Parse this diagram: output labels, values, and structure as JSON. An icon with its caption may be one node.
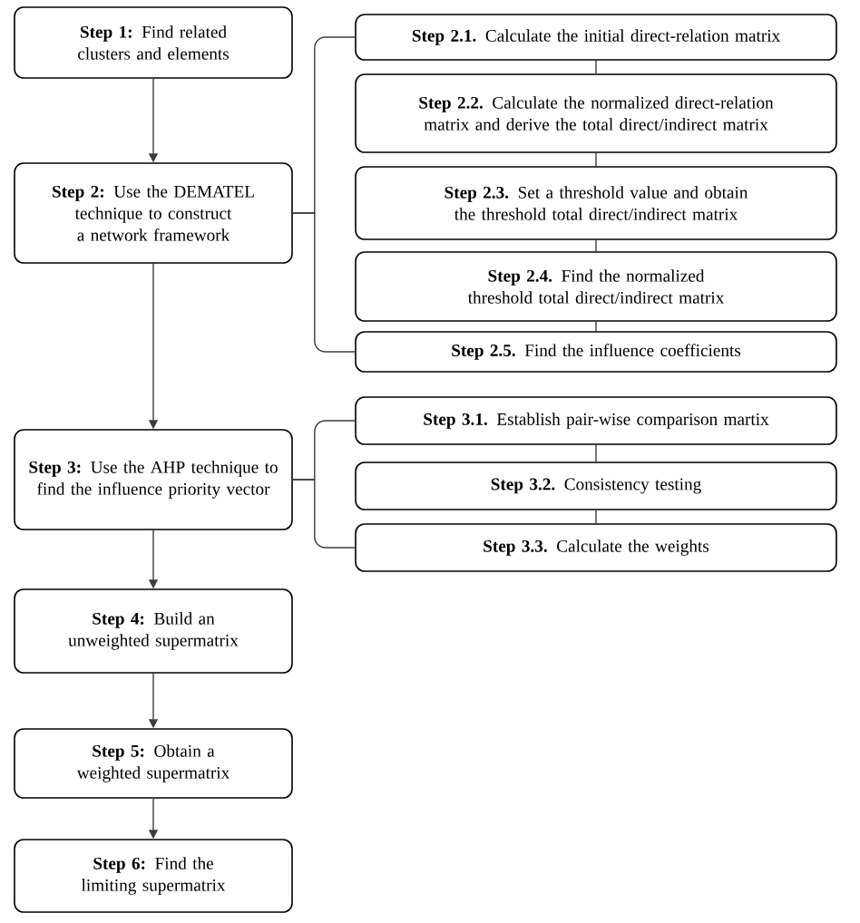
{
  "diagram": {
    "nodes": [
      {
        "text": [
          "**Step 1:** Find related clusters and elements"
        ]
      },
      {
        "text": [
          "**Step 2:** Use the DEMATEL technique to construct a network framework"
        ]
      },
      {
        "text": [
          "**Step 3:** Use the AHP technique to find the influence priority vector"
        ]
      },
      {
        "text": [
          "**Step 4:** Build an unweighted supermatrix"
        ]
      },
      {
        "text": [
          "**Step 5:** Obtain a weighted supermatrix"
        ]
      },
      {
        "text": [
          "**Step 6:** Find the limiting supermatrix"
        ]
      },
      {
        "text": [
          "**Step 2.1.** Calculate the initial direct-relation matrix"
        ]
      },
      {
        "text": [
          "**Step 2.2.** Calculate the normalized direct-relation matrix and derive the total direct/indirect matrix"
        ]
      },
      {
        "text": [
          "**Step 2.3.** Set a threshold value and obtain the threshold total direct/indirect matrix"
        ]
      },
      {
        "text": [
          "**Step 2.4.** Find the normalized threshold total direct/indirect matrix"
        ]
      },
      {
        "text": [
          "**Step 2.5.** Find the influence coefficients"
        ]
      },
      {
        "text": [
          "**Step 3.1.** Establish pair-wise comparison martix"
        ]
      },
      {
        "text": [
          "**Step 3.2.** Consistency testing"
        ]
      },
      {
        "text": [
          "**Step 3.3.** Calculate the weights"
        ]
      }
    ],
    "edges": [
      {
        "from": 0,
        "to": 1,
        "arrow": "to"
      },
      {
        "from": 1,
        "to": 2,
        "arrow": "to"
      },
      {
        "from": 2,
        "to": 3,
        "arrow": "to"
      },
      {
        "from": 3,
        "to": 4,
        "arrow": "to"
      },
      {
        "from": 4,
        "to": 5,
        "arrow": "to"
      },
      {
        "from": 1,
        "to": 6,
        "arrow": "none"
      },
      {
        "from": 1,
        "to": 10,
        "arrow": "none"
      },
      {
        "from": 6,
        "to": 7,
        "arrow": "none"
      },
      {
        "from": 7,
        "to": 8,
        "arrow": "none"
      },
      {
        "from": 8,
        "to": 9,
        "arrow": "none"
      },
      {
        "from": 9,
        "to": 10,
        "arrow": "none"
      },
      {
        "from": 2,
        "to": 11,
        "arrow": "none"
      },
      {
        "from": 2,
        "to": 13,
        "arrow": "none"
      },
      {
        "from": 11,
        "to": 12,
        "arrow": "none"
      },
      {
        "from": 12,
        "to": 13,
        "arrow": "none"
      }
    ]
  }
}
